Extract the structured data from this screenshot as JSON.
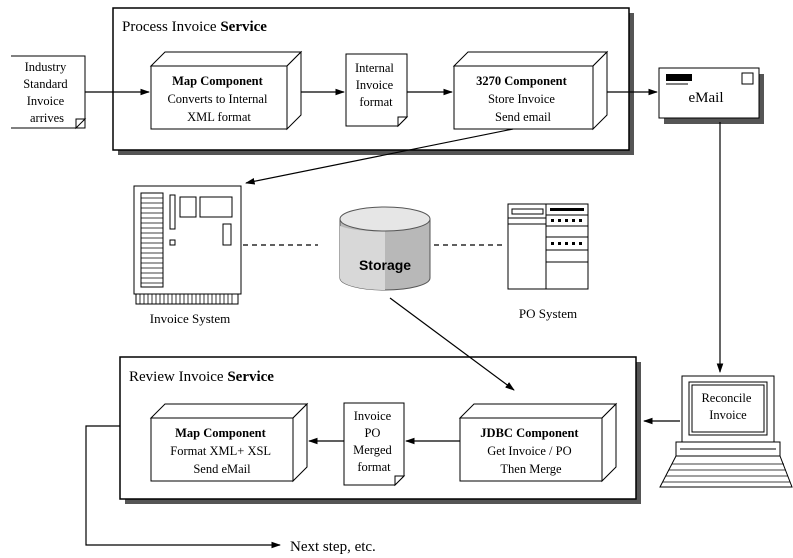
{
  "colors": {
    "stroke": "#000000",
    "shadow": "#555555",
    "background": "#ffffff",
    "grey": "#b8b8b8",
    "dark": "#333333"
  },
  "process_service": {
    "title_plain": "Process Invoice ",
    "title_bold": "Service"
  },
  "review_service": {
    "title_plain": "Review Invoice ",
    "title_bold": "Service"
  },
  "industry_doc": {
    "lines": [
      "Industry",
      "Standard",
      "Invoice",
      "arrives"
    ]
  },
  "map_component_1": {
    "title": "Map Component",
    "line1": "Converts to Internal",
    "line2": "XML format"
  },
  "internal_doc": {
    "lines": [
      "Internal",
      "Invoice",
      "format"
    ]
  },
  "component_3270": {
    "title": "3270 Component",
    "line1": "Store Invoice",
    "line2": "Send email"
  },
  "email": {
    "label": "eMail",
    "icon": "envelope-icon"
  },
  "invoice_system": {
    "label": "Invoice System",
    "icon": "server-cabinet-icon"
  },
  "storage": {
    "label": "Storage",
    "icon": "database-cylinder-icon"
  },
  "po_system": {
    "label": "PO System",
    "icon": "server-rack-icon"
  },
  "reconcile": {
    "lines": [
      "Reconcile",
      "Invoice"
    ],
    "icon": "desktop-computer-icon"
  },
  "jdbc_component": {
    "title": "JDBC Component",
    "line1": "Get Invoice / PO",
    "line2": "Then Merge"
  },
  "merged_doc": {
    "lines": [
      "Invoice",
      "PO",
      "Merged",
      "format"
    ]
  },
  "map_component_2": {
    "title": "Map Component",
    "line1": "Format XML+ XSL",
    "line2": "Send eMail"
  },
  "next_step": {
    "label": "Next step, etc."
  }
}
